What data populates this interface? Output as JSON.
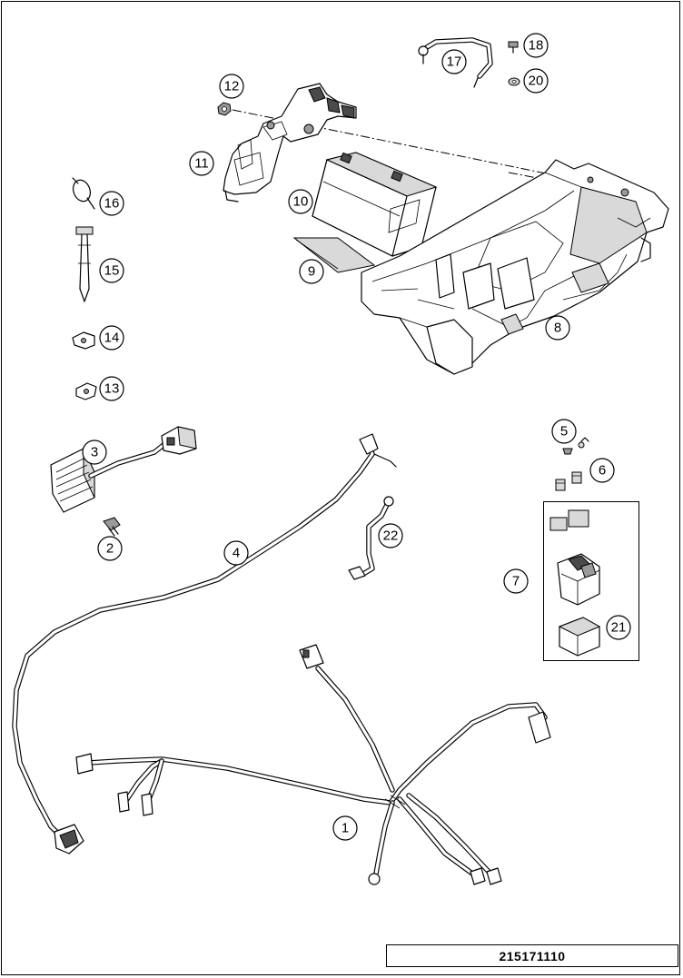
{
  "drawing": {
    "code": "215171110",
    "callouts": [
      "1",
      "2",
      "3",
      "4",
      "5",
      "6",
      "7",
      "8",
      "9",
      "10",
      "11",
      "12",
      "13",
      "14",
      "15",
      "16",
      "17",
      "18",
      "20",
      "21",
      "22"
    ]
  },
  "parts": {
    "main_wiring_harness": "1",
    "screw": "2",
    "voltage_regulator": "3",
    "harness_cable": "4",
    "fuse_5": "5",
    "fuse_6": "6",
    "starter_relay_kit": "7",
    "battery_holder": "8",
    "battery_pad": "9",
    "battery": "10",
    "battery_strap_holder": "11",
    "nut": "12",
    "clip_13": "13",
    "clip_14": "14",
    "cable_tie_15": "15",
    "cable_tie_16": "16",
    "ground_cable_17": "17",
    "screw_18": "18",
    "washer_20": "20",
    "relay_cover": "21",
    "ground_cable_22": "22"
  }
}
